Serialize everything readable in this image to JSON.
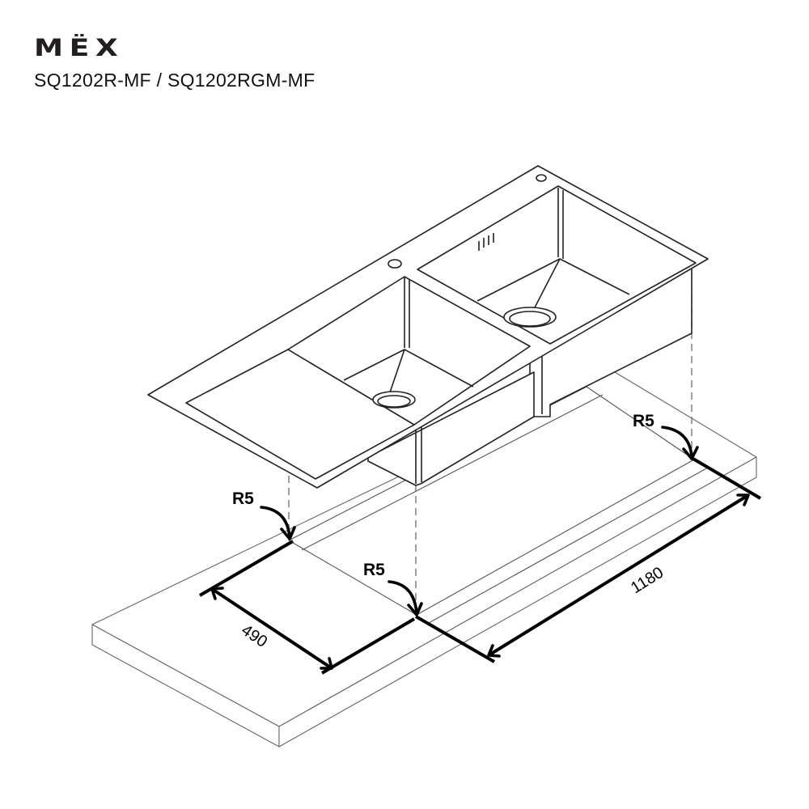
{
  "header": {
    "brand": "MËX",
    "model": "SQ1202R-MF / SQ1202RGM-MF"
  },
  "diagram": {
    "type": "isometric cut-out drawing",
    "subject": "double-bowl kitchen sink with drainboard over countertop",
    "annotations": {
      "radius_left_front": "R5",
      "radius_center_front": "R5",
      "radius_right_back": "R5",
      "cutout_depth": "490",
      "cutout_length": "1180"
    },
    "colors": {
      "line": "#222222",
      "dimension": "#000000",
      "hidden_line": "#777777",
      "background": "#ffffff"
    }
  }
}
